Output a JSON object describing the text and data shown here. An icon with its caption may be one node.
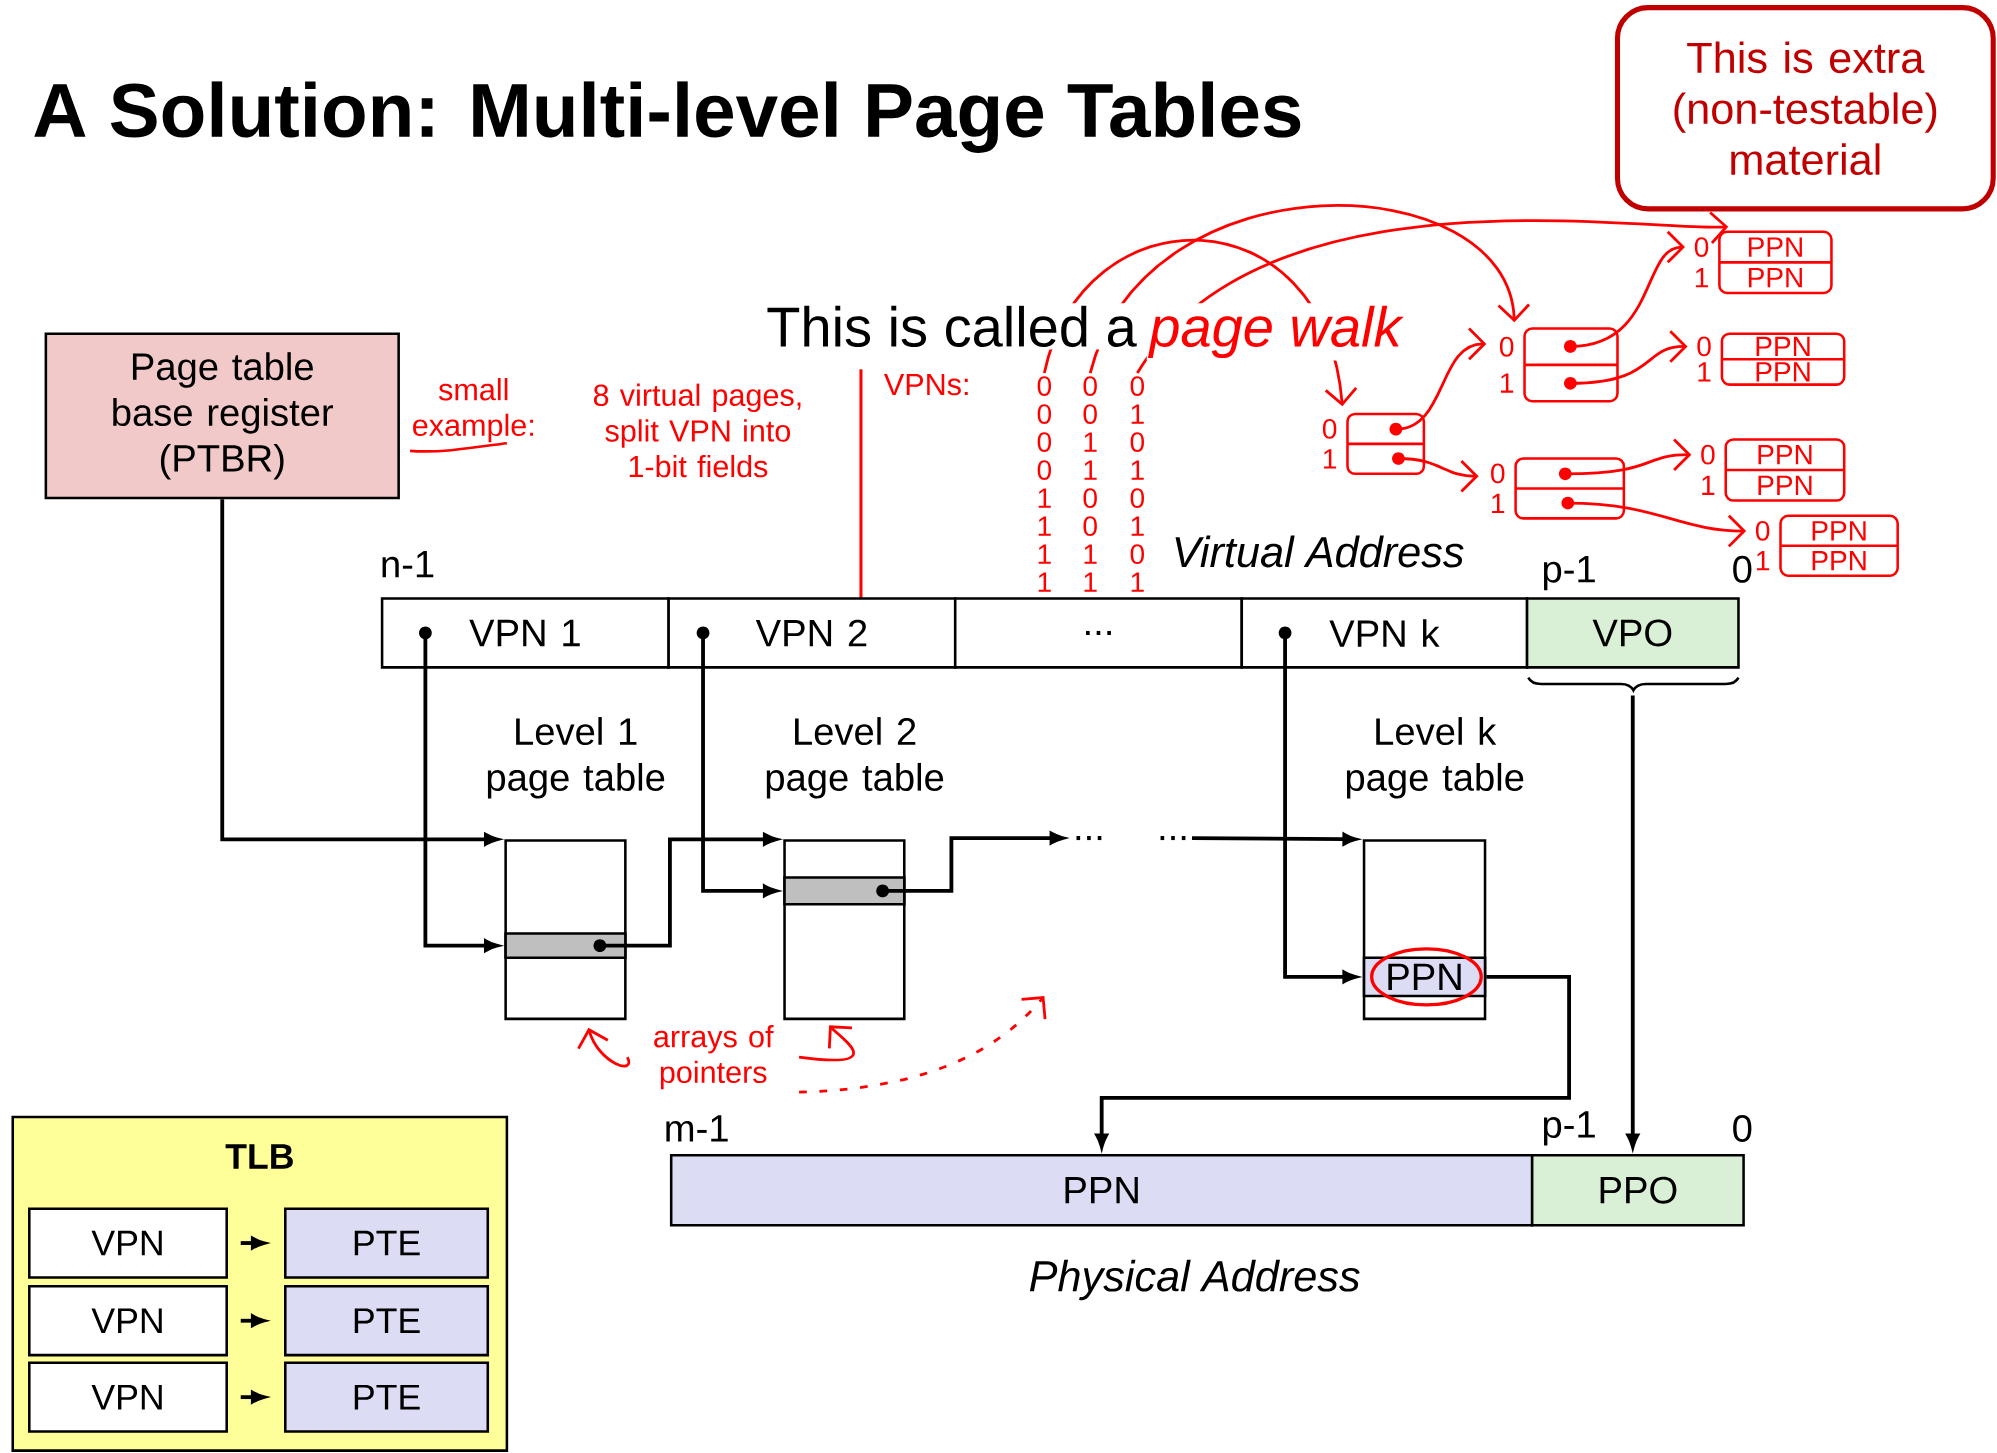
{
  "diagram": {
    "title": "A Solution: Multi-level Page Tables",
    "nodes": [
      {
        "text": [
          "Page table base register (PTBR)"
        ]
      },
      {
        "text": [
          "VPN 1"
        ]
      },
      {
        "text": [
          "VPN 2"
        ]
      },
      {
        "text": [
          "..."
        ]
      },
      {
        "text": [
          "VPN k"
        ]
      },
      {
        "text": [
          "VPO"
        ]
      },
      {
        "text": [
          "Level 1 page table"
        ]
      },
      {
        "text": [],
        "shape": "bar",
        "in": 6
      },
      {
        "text": [
          "Level 2 page table"
        ]
      },
      {
        "text": [],
        "shape": "bar",
        "in": 8
      },
      {
        "text": [
          "..."
        ]
      },
      {
        "text": [
          "..."
        ]
      },
      {
        "text": [
          "Level k page table"
        ]
      },
      {
        "text": [
          "PPN"
        ],
        "in": 12
      },
      {
        "text": [
          "PPN"
        ]
      },
      {
        "text": [
          "PPO"
        ]
      },
      {
        "text": [
          "TLB"
        ]
      },
      {
        "text": [
          "VPN"
        ],
        "in": 16
      },
      {
        "text": [
          "PTE"
        ],
        "in": 16
      },
      {
        "text": [
          "VPN"
        ],
        "in": 16
      },
      {
        "text": [
          "PTE"
        ],
        "in": 16
      },
      {
        "text": [
          "VPN"
        ],
        "in": 16
      },
      {
        "text": [
          "PTE"
        ],
        "in": 16
      },
      {
        "text": [
          "This is extra (non-testable) material"
        ]
      },
      {
        "text": [
          "0 0 0 0 1 1 1 1"
        ]
      },
      {
        "text": [
          "0 0 1 1 0 0 1 1"
        ]
      },
      {
        "text": [
          "0 1 0 1 0 1 0 1"
        ]
      },
      {
        "text": [],
        "shape": "box",
        "beside": [
          "0",
          "1"
        ]
      },
      {
        "text": [],
        "shape": "box",
        "beside": [
          "0",
          "1"
        ]
      },
      {
        "text": [],
        "shape": "box",
        "beside": [
          "0",
          "1"
        ]
      },
      {
        "text": [
          "PPN",
          "PPN"
        ],
        "beside": [
          "0",
          "1"
        ]
      },
      {
        "text": [
          "PPN",
          "PPN"
        ],
        "beside": [
          "0",
          "1"
        ]
      },
      {
        "text": [
          "PPN",
          "PPN"
        ],
        "beside": [
          "0",
          "1"
        ]
      },
      {
        "text": [
          "PPN",
          "PPN"
        ],
        "beside": [
          "0",
          "1"
        ]
      },
      {
        "text": [
          "arrays of pointers"
        ]
      }
    ],
    "edges": [
      {
        "from": 0,
        "to": 6,
        "arrow": "to",
        "color": "#000000"
      },
      {
        "from": 1,
        "to": 7,
        "arrow": "to",
        "color": "#000000"
      },
      {
        "from": 7,
        "to": 8,
        "arrow": "to",
        "color": "#000000"
      },
      {
        "from": 2,
        "to": 9,
        "arrow": "to",
        "color": "#000000"
      },
      {
        "from": 9,
        "to": 10,
        "arrow": "to",
        "color": "#000000"
      },
      {
        "from": 11,
        "to": 12,
        "arrow": "to",
        "color": "#000000"
      },
      {
        "from": 4,
        "to": 13,
        "arrow": "to",
        "color": "#000000"
      },
      {
        "from": 13,
        "to": 14,
        "arrow": "to",
        "color": "#000000"
      },
      {
        "from": 5,
        "to": 15,
        "arrow": "to",
        "color": "#000000"
      },
      {
        "from": 17,
        "to": 18,
        "arrow": "to",
        "color": "#000000"
      },
      {
        "from": 19,
        "to": 20,
        "arrow": "to",
        "color": "#000000"
      },
      {
        "from": 21,
        "to": 22,
        "arrow": "to",
        "color": "#000000"
      },
      {
        "from": 24,
        "to": 27,
        "arrow": "to",
        "color": "#ff0000"
      },
      {
        "from": 25,
        "to": 28,
        "arrow": "to",
        "color": "#ff0000"
      },
      {
        "from": 26,
        "to": 30,
        "arrow": "to",
        "color": "#ff0000"
      },
      {
        "from": 27,
        "to": 28,
        "arrow": "to",
        "color": "#ff0000"
      },
      {
        "from": 27,
        "to": 29,
        "arrow": "to",
        "color": "#ff0000"
      },
      {
        "from": 28,
        "to": 30,
        "arrow": "to",
        "color": "#ff0000"
      },
      {
        "from": 28,
        "to": 31,
        "arrow": "to",
        "color": "#ff0000"
      },
      {
        "from": 29,
        "to": 32,
        "arrow": "to",
        "color": "#ff0000"
      },
      {
        "from": 29,
        "to": 33,
        "arrow": "to",
        "color": "#ff0000"
      },
      {
        "from": 34,
        "to": 6,
        "arrow": "to",
        "color": "#ff0000"
      },
      {
        "from": 34,
        "to": 8,
        "arrow": "to",
        "color": "#ff0000"
      },
      {
        "from": 34,
        "to": null,
        "arrow": "to",
        "style": "dashed",
        "color": "#ff0000"
      }
    ],
    "labels": [
      "n-1",
      "Virtual Address",
      "p-1",
      "0",
      "m-1",
      "p-1",
      "0",
      "Physical Address",
      "This is called a",
      "page walk",
      "small example:",
      "8 virtual pages, split VPN into 1-bit fields",
      "VPNs:"
    ]
  }
}
